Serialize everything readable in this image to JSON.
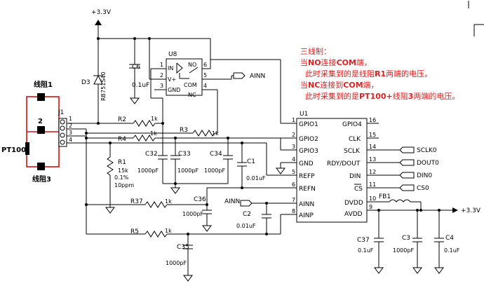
{
  "labels": {
    "vcc_top": "+3.3V",
    "vcc_right": "+3.3V",
    "u8": "U8",
    "u1": "U1",
    "j1": "J1",
    "d3": "D3",
    "d3_part": "RB751S40",
    "c6": "C6",
    "c6_val": "0.1uF",
    "r2": "R2",
    "r2_val": "1k",
    "r3": "R3",
    "r3_val": "1k",
    "r4": "R4",
    "r4_val": "1k",
    "r1": "R1",
    "r1_val1": "15k",
    "r1_val2": "0.1%",
    "r1_val3": "10ppm",
    "r37": "R37",
    "r37_val": "1k",
    "r5": "R5",
    "r5_val": "1k",
    "c32": "C32",
    "c32_val": "1000pF",
    "c33": "C33",
    "c33_val": "1000pF",
    "c34": "C34",
    "c34_val": "1000pF",
    "c1": "C1",
    "c1_val": "0.01uF",
    "c36": "C36",
    "c36_val": "1000pF",
    "c2": "C2",
    "c2_val": "0.01uF",
    "c35": "C35",
    "c35_val": "1000pF",
    "c37": "C37",
    "c37_val": "0.1uF",
    "c3": "C3",
    "c3_val": "1000pF",
    "c4": "C4",
    "c4_val": "0.1uF",
    "fb1": "FB1",
    "wire_res1": "线阻1",
    "wire_res3": "线阻3",
    "pt100": "PT100",
    "node2": "2",
    "ainn_net": "AINN",
    "ainn_net2": "AINN",
    "u8_pins": {
      "p1": "1",
      "p2": "2",
      "p3": "3",
      "p4": "4",
      "p5": "5",
      "p6": "6",
      "in": "IN",
      "vplus": "V+",
      "gnd": "GND",
      "no": "NO",
      "com": "COM",
      "nc": "NC"
    },
    "j1_pins": {
      "p1": "1",
      "p2": "2",
      "p3": "3",
      "p4": "4"
    },
    "u1_left": [
      {
        "num": "1",
        "name": "GPIO1"
      },
      {
        "num": "2",
        "name": "GPIO2"
      },
      {
        "num": "3",
        "name": "GPIO3"
      },
      {
        "num": "4",
        "name": "GND"
      },
      {
        "num": "5",
        "name": "REFP"
      },
      {
        "num": "6",
        "name": "REFN"
      },
      {
        "num": "7",
        "name": "AINN"
      },
      {
        "num": "8",
        "name": "AINP"
      }
    ],
    "u1_right": [
      {
        "num": "16",
        "name": "GPIO4"
      },
      {
        "num": "15",
        "name": "CLK"
      },
      {
        "num": "14",
        "name": "SCLK"
      },
      {
        "num": "13",
        "name": "RDY/DOUT"
      },
      {
        "num": "12",
        "name": "DIN"
      },
      {
        "num": "11",
        "name": "CS"
      },
      {
        "num": "10",
        "name": "DVDD"
      },
      {
        "num": "9",
        "name": "AVDD"
      }
    ],
    "ports": {
      "sclk": "SCLK0",
      "dout": "DOUT0",
      "din": "DIN0",
      "cs": "CS0"
    }
  },
  "note": {
    "title": "三线制：",
    "l1a": "当",
    "l1b": "NO",
    "l1c": "连接",
    "l1d": "COM",
    "l1e": "端，",
    "l2a": "此时采集到的是线阻",
    "l2b": "R1",
    "l2c": "两端的电压。",
    "l3a": "当",
    "l3b": "NC",
    "l3c": "连接到",
    "l3d": "COM",
    "l3e": "端，",
    "l4a": "此时采集到的是",
    "l4b": "PT100+",
    "l4c": "线阻",
    "l4d": "3",
    "l4e": "两端的电压。"
  }
}
